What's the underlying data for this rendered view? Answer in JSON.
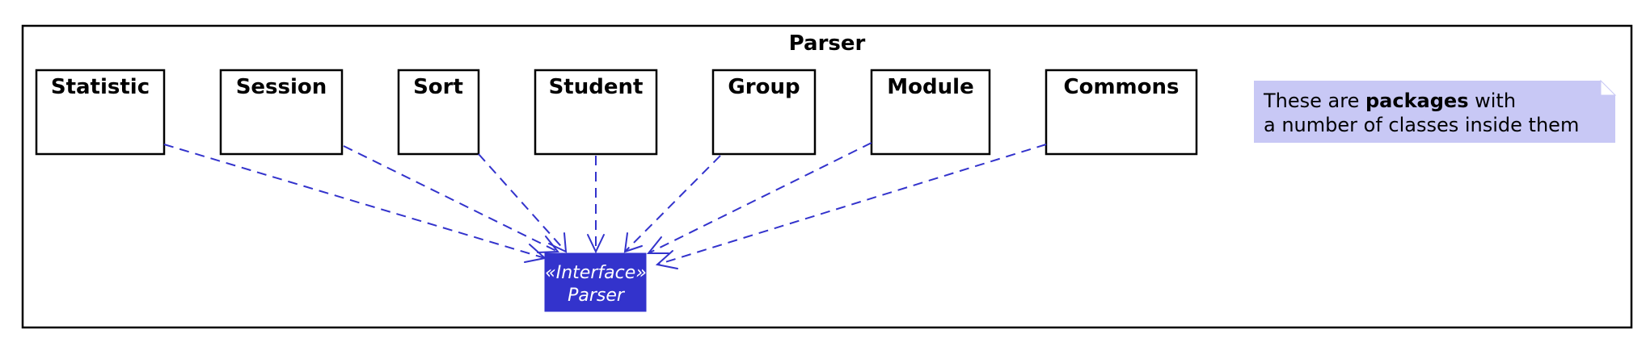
{
  "diagram": {
    "title": "Parser",
    "packages": [
      "Statistic",
      "Session",
      "Sort",
      "Student",
      "Group",
      "Module",
      "Commons"
    ],
    "interface": {
      "stereotype": "«Interface»",
      "name": "Parser"
    },
    "note": {
      "line1_prefix": "These are ",
      "line1_bold": "packages",
      "line1_suffix": " with",
      "line2": "a number of classes inside them"
    }
  },
  "colors": {
    "arrow": "#3333cc",
    "interface_fill": "#3333cc",
    "note_fill": "#c8c8f5"
  }
}
